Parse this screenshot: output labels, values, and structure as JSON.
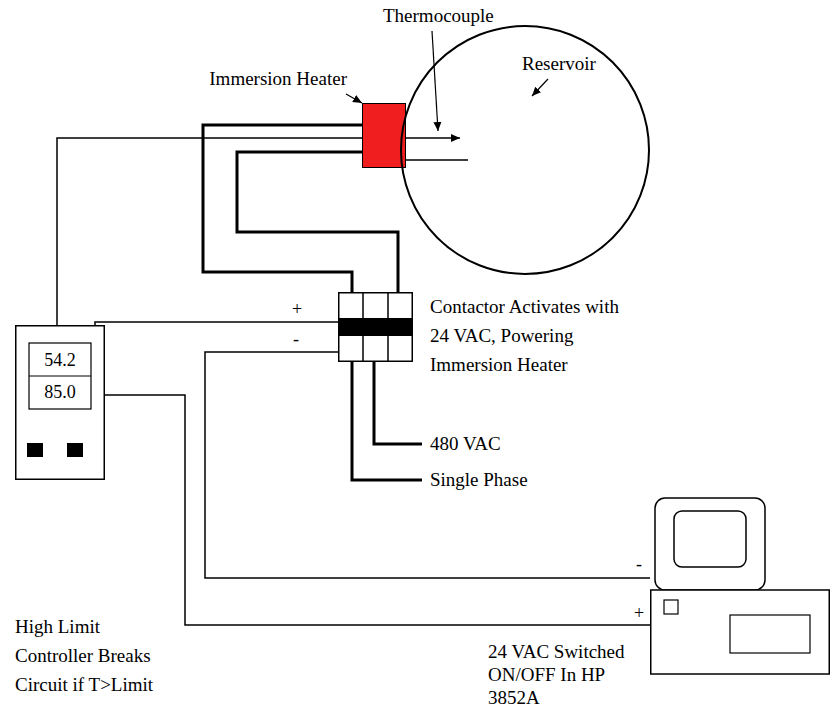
{
  "diagram": {
    "nodes": [
      {
        "text": [
          "Immersion Heater"
        ]
      },
      {
        "text": [
          "Reservoir"
        ]
      },
      {
        "text": [
          "Contactor Activates with 24 VAC, Powering Immersion Heater"
        ]
      },
      {
        "text": [
          "54.2",
          "85.0",
          "High Limit Controller Breaks Circuit if T>Limit"
        ]
      },
      {
        "text": [
          "24 VAC Switched ON/OFF In HP 3852A"
        ]
      }
    ],
    "edges": [
      {
        "from": 0,
        "to": 2,
        "arrow": "none"
      },
      {
        "from": 0,
        "to": 2,
        "arrow": "none"
      },
      {
        "from": 3,
        "to": 0,
        "arrow": "none"
      },
      {
        "from": 3,
        "to": 2,
        "arrow": "none"
      },
      {
        "from": 2,
        "to": 4,
        "arrow": "none"
      },
      {
        "from": 3,
        "to": 4,
        "arrow": "none"
      }
    ],
    "labels": [
      "Thermocouple",
      "+",
      "-",
      "480 VAC Single Phase",
      "-",
      "+"
    ]
  }
}
